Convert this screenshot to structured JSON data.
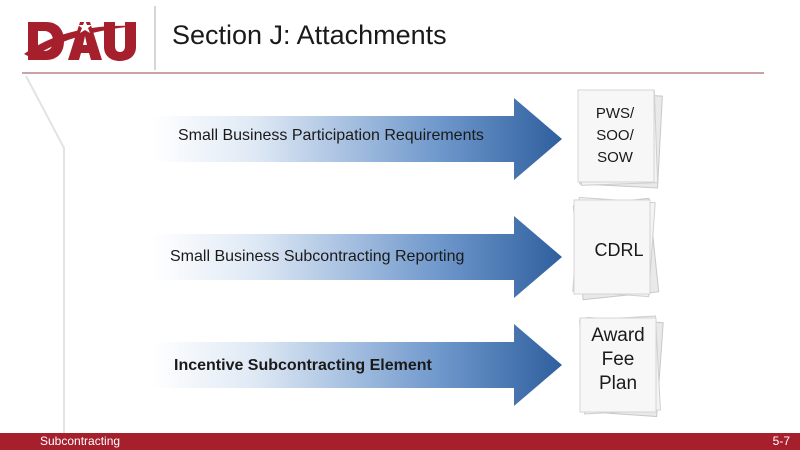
{
  "header": {
    "logo_text": "DAU",
    "title": "Section J: Attachments"
  },
  "rows": [
    {
      "arrow_label": "Small Business Participation Requirements",
      "doc_lines": [
        "PWS/",
        "SOO/",
        "SOW"
      ]
    },
    {
      "arrow_label": "Small Business Subcontracting Reporting",
      "doc_lines": [
        "CDRL"
      ]
    },
    {
      "arrow_label": "Incentive Subcontracting Element",
      "doc_lines": [
        "Award",
        "Fee",
        "Plan"
      ]
    }
  ],
  "footer": {
    "left": "Subcontracting",
    "right": "5-7"
  },
  "colors": {
    "brand_red": "#a51f2d",
    "arrow_blue_dark": "#2f5f9e",
    "arrow_blue_light": "#b9d0ea"
  }
}
